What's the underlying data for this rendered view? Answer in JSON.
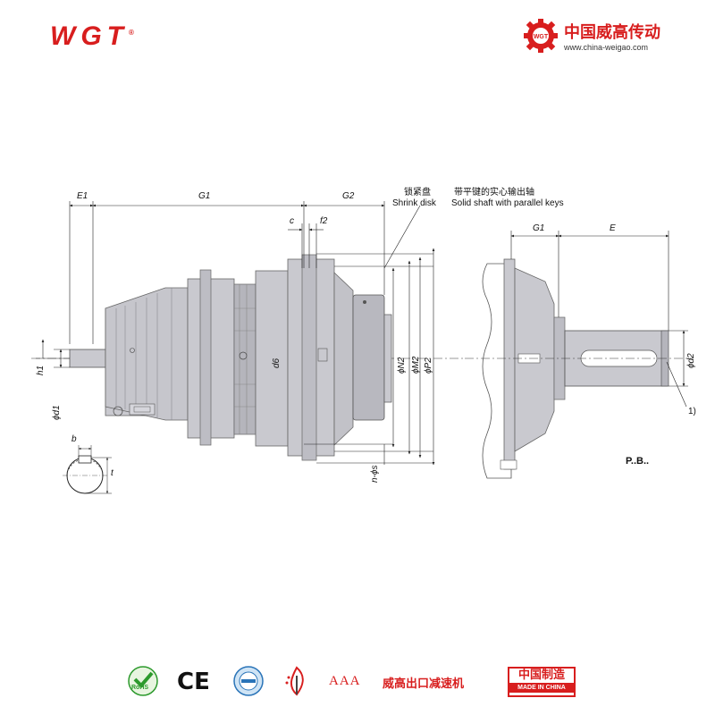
{
  "header": {
    "logo_text": "WGT",
    "logo_mark": "®",
    "brand_cn": "中国威高传动",
    "brand_url": "www.china-weigao.com"
  },
  "drawing": {
    "dim_labels": {
      "E1": "E1",
      "G1": "G1",
      "G2": "G2",
      "c": "c",
      "f2": "f2",
      "h1": "h1",
      "d1": "ϕd1",
      "d6": "d6",
      "N2": "ϕN2",
      "M2": "ϕM2",
      "P2": "ϕP2",
      "ns": "n-ϕs",
      "b": "b",
      "t": "t",
      "side_G1": "G1",
      "side_E": "E",
      "side_d2": "ϕd2",
      "note": "1)"
    },
    "shrink_disk_cn": "锁紧盘",
    "shrink_disk_en": "Shrink disk",
    "solid_shaft_cn": "带平键的实心输出轴",
    "solid_shaft_en": "Solid shaft with parallel keys",
    "model_code": "P..B.."
  },
  "footer": {
    "rohs": "RoHS",
    "ce": "CE",
    "aaa": "AAA",
    "export_text": "威高出口减速机",
    "made_cn": "中国制造",
    "made_en": "MADE IN CHINA"
  },
  "colors": {
    "brand_red": "#d81e1e",
    "gearbox_fill": "#c9c9cf",
    "gearbox_dark": "#9a9aa2",
    "line": "#222222"
  }
}
